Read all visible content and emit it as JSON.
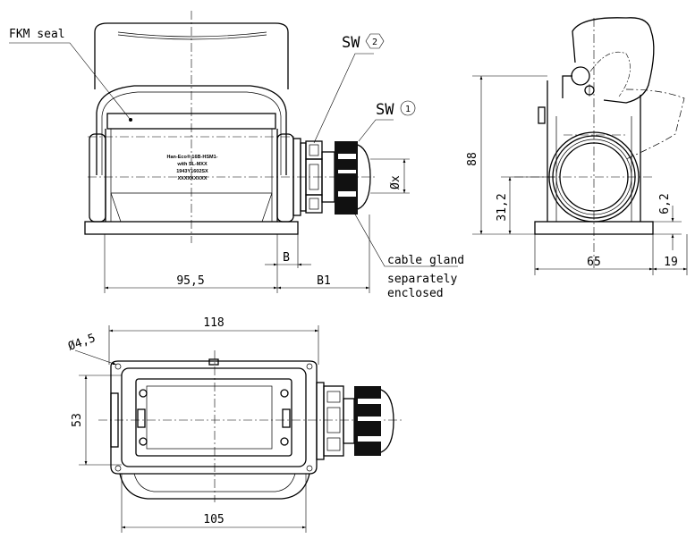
{
  "front_view": {
    "seal_label": "FKM seal",
    "sw2_prefix": "SW",
    "sw2_number": "2",
    "sw1_prefix": "SW",
    "sw1_number": "1",
    "diameter_label": "Øx",
    "housing_print": [
      "Han-Eco® 16B-HSM1-",
      "with SL-MXX",
      "1943Y1602SX",
      "XXXXXXXXX"
    ],
    "dim_b": "B",
    "dim_95_5": "95,5",
    "dim_b1": "B1",
    "gland_note": [
      "cable gland",
      "separately",
      "enclosed"
    ]
  },
  "side_view": {
    "dim_88": "88",
    "dim_31_2": "31,2",
    "dim_6_2": "6,2",
    "dim_65": "65",
    "dim_19": "19"
  },
  "top_view": {
    "dim_118": "118",
    "dim_hole": "Ø4,5",
    "dim_53": "53",
    "dim_105": "105"
  }
}
